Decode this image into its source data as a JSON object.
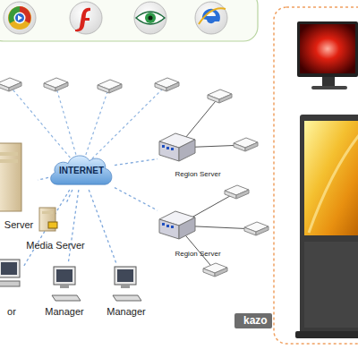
{
  "diagram": {
    "nodes": [
      {
        "text": [
          "Server"
        ]
      },
      {
        "text": [
          "INTERNET"
        ]
      },
      {
        "text": [
          "Region Server"
        ]
      },
      {
        "text": [
          "Media Server"
        ]
      },
      {
        "text": [
          "Region Server"
        ]
      },
      {
        "text": [
          "or"
        ]
      },
      {
        "text": [
          "Manager"
        ]
      },
      {
        "text": [
          "Manager"
        ]
      }
    ],
    "edges": [
      {
        "from": 1,
        "to": 0,
        "arrow": "none"
      },
      {
        "from": 1,
        "to": 2,
        "arrow": "none"
      },
      {
        "from": 1,
        "to": 3,
        "arrow": "none"
      },
      {
        "from": 1,
        "to": 4,
        "arrow": "none"
      },
      {
        "from": 1,
        "to": 5,
        "arrow": "none"
      },
      {
        "from": 1,
        "to": 6,
        "arrow": "none"
      },
      {
        "from": 1,
        "to": 7,
        "arrow": "none"
      }
    ],
    "labels": [
      "kazo"
    ]
  }
}
